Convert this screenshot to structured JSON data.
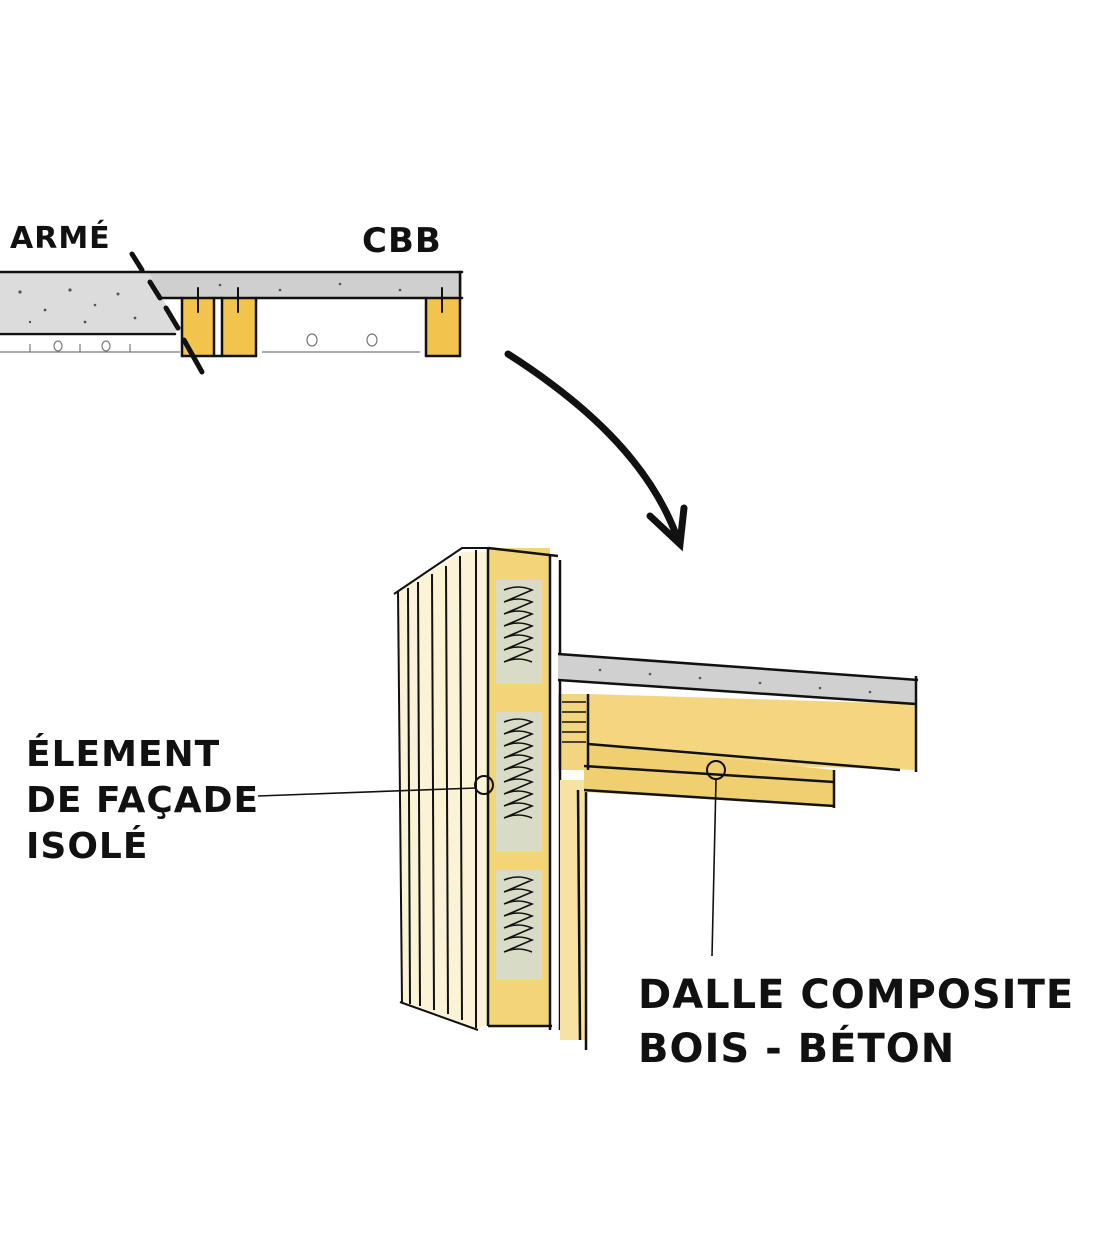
{
  "labels": {
    "top_left": "ARMÉ",
    "top_right": "CBB",
    "facade": [
      "ÉLEMENT",
      "DE FAÇADE",
      "ISOLÉ"
    ],
    "slab": [
      "DALLE COMPOSITE",
      "BOIS - BÉTON"
    ]
  },
  "colors": {
    "ink": "#111111",
    "wood": "#f0c454",
    "wood_light": "#f7dc8a",
    "concrete": "#d9d9d9",
    "insulation": "#d6dcc4"
  }
}
